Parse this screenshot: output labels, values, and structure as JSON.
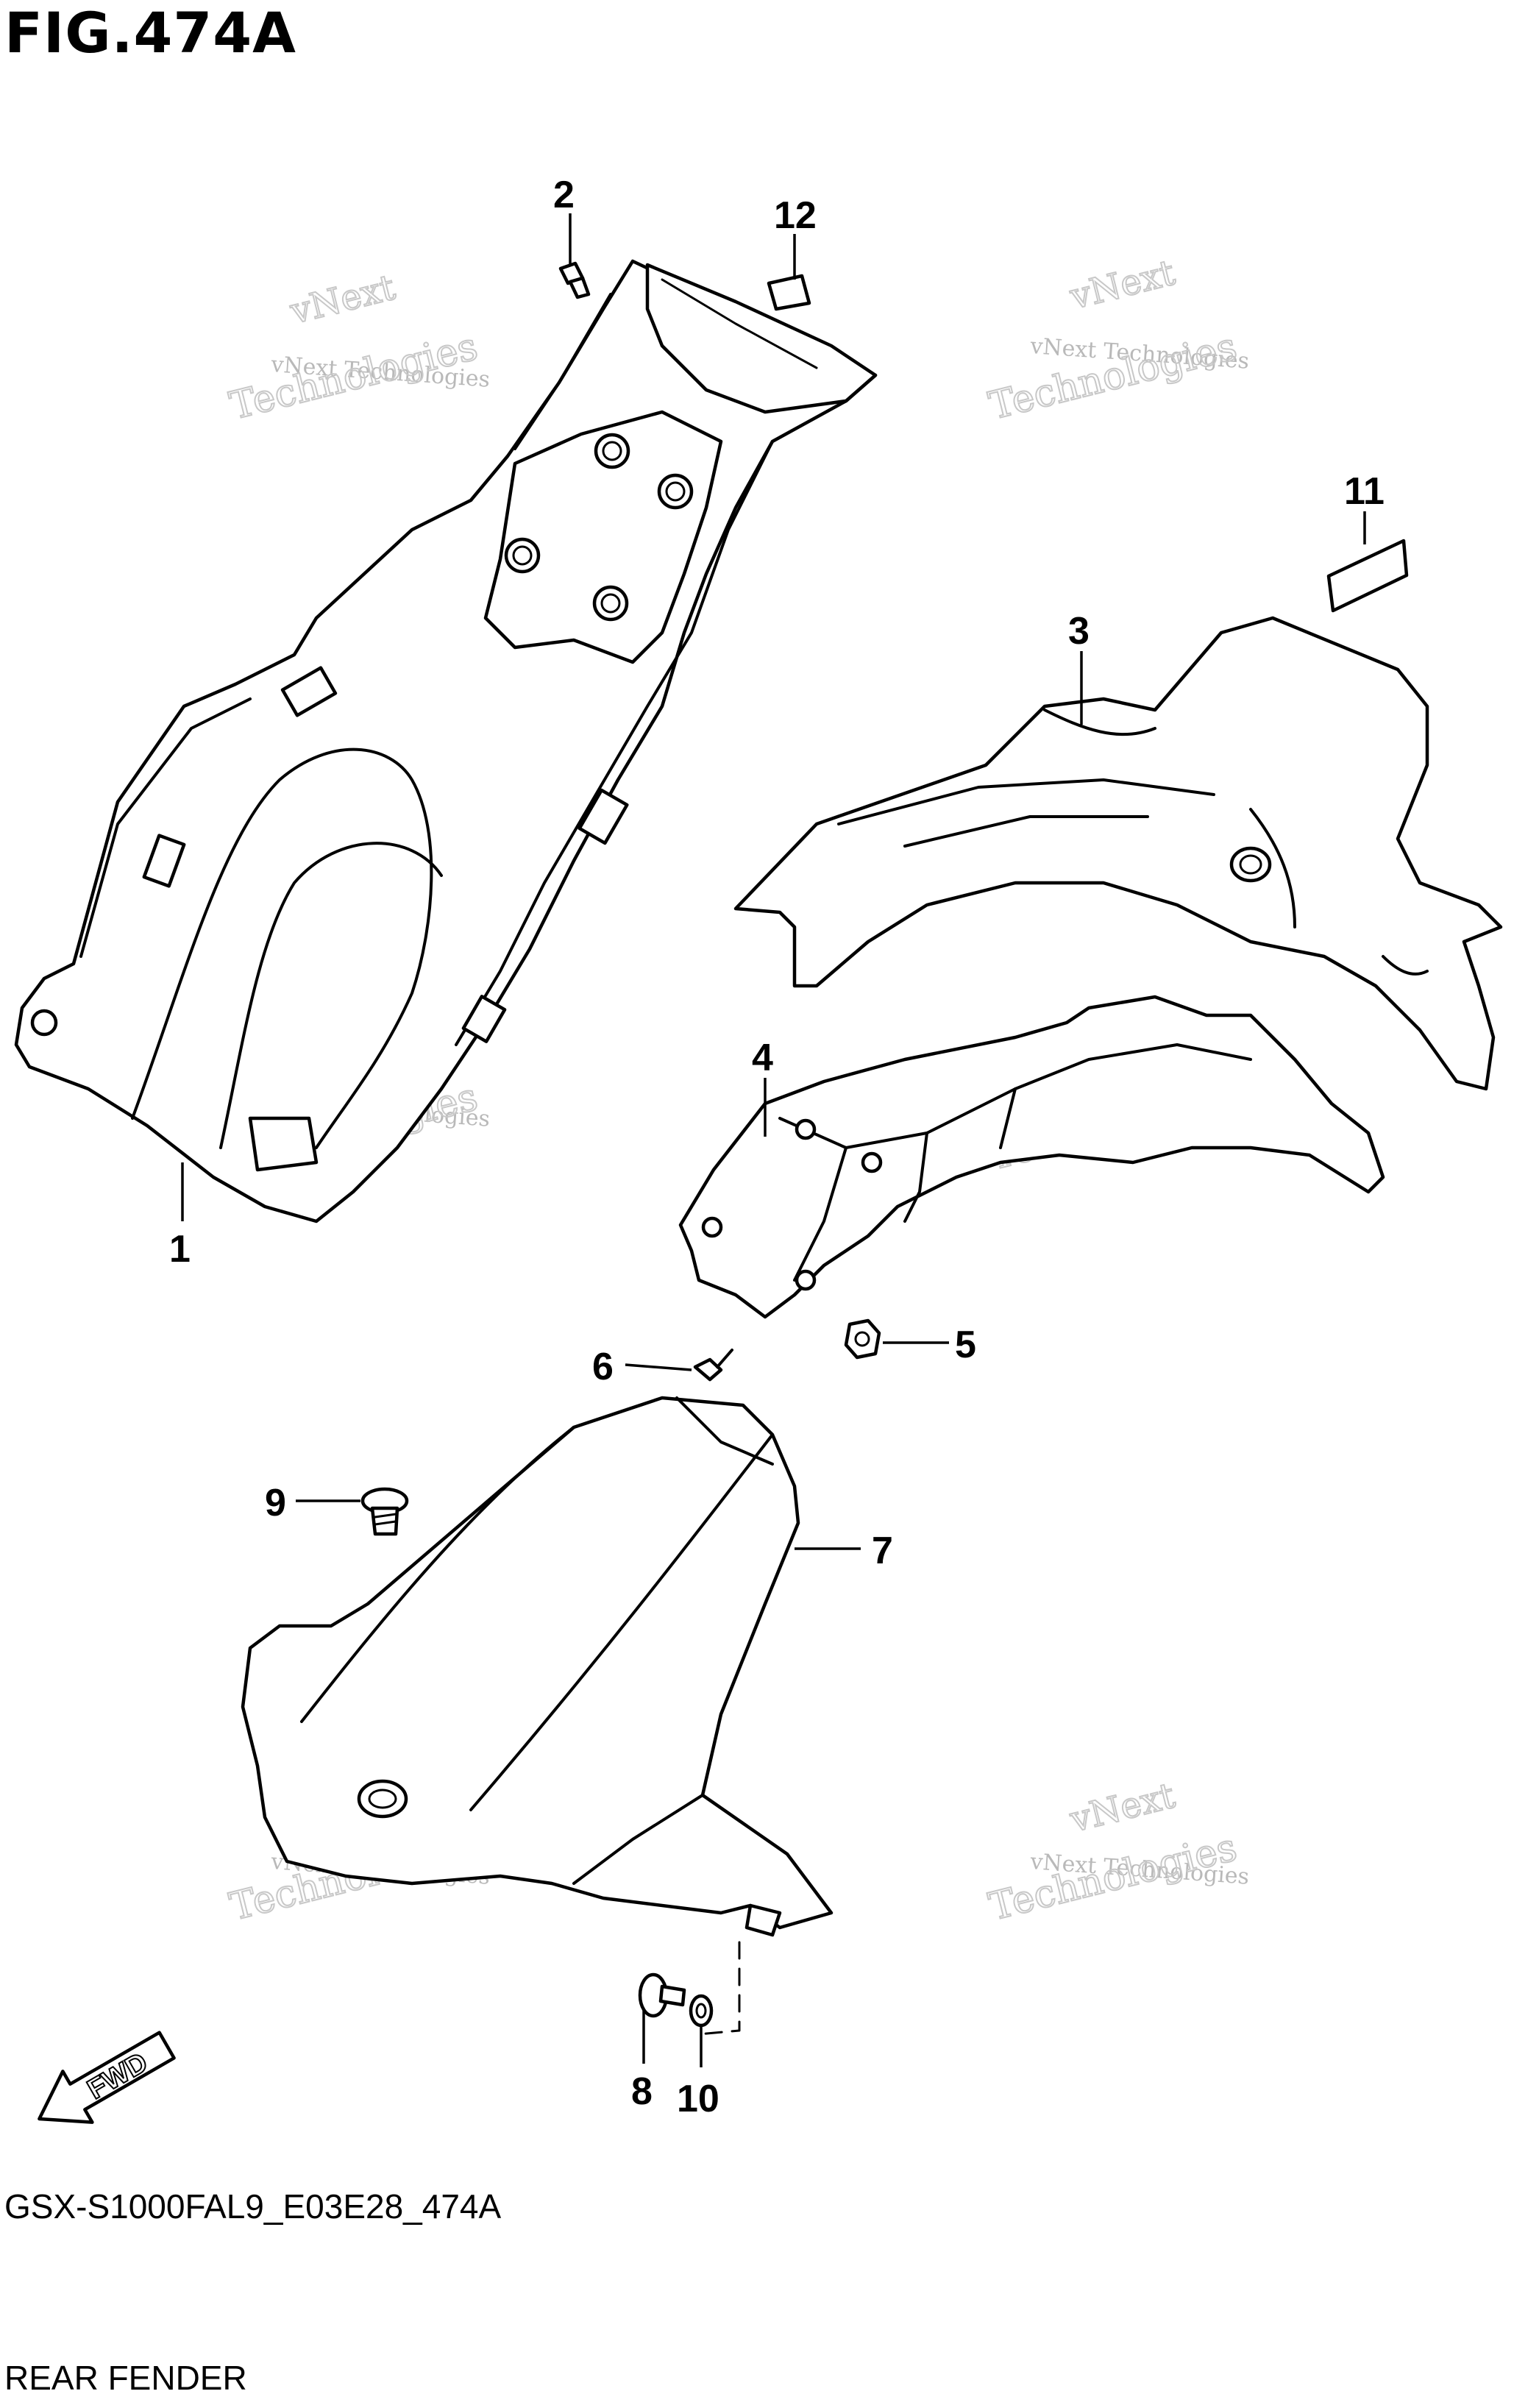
{
  "figure": {
    "title": "FIG.474A",
    "code": "GSX-S1000FAL9_E03E28_474A",
    "name": "REAR FENDER"
  },
  "watermark": {
    "line1": "vNext Technologies",
    "line2": "vNext",
    "line3": "Technologies"
  },
  "fwd_label": "FWD",
  "callouts": [
    {
      "id": "c1",
      "text": "1"
    },
    {
      "id": "c2",
      "text": "2"
    },
    {
      "id": "c3",
      "text": "3"
    },
    {
      "id": "c4",
      "text": "4"
    },
    {
      "id": "c5",
      "text": "5"
    },
    {
      "id": "c6",
      "text": "6"
    },
    {
      "id": "c7",
      "text": "7"
    },
    {
      "id": "c8",
      "text": "8"
    },
    {
      "id": "c9",
      "text": "9"
    },
    {
      "id": "c10",
      "text": "10"
    },
    {
      "id": "c11",
      "text": "11"
    },
    {
      "id": "c12",
      "text": "12"
    }
  ]
}
